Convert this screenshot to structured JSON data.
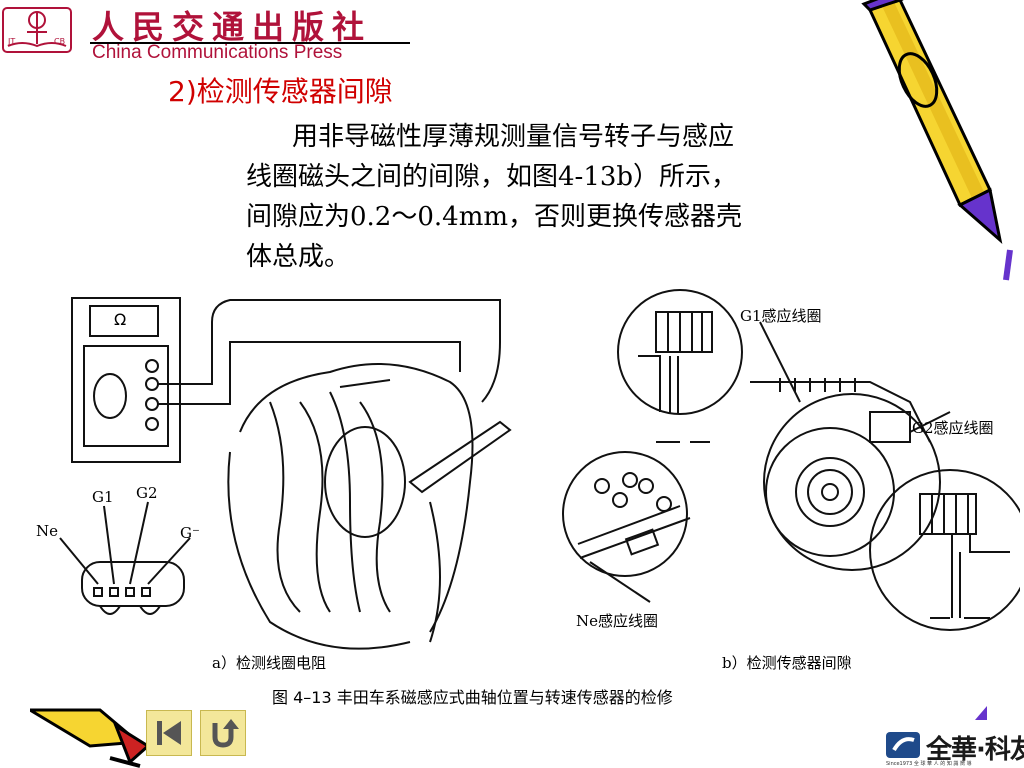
{
  "header": {
    "publisher_cn": "人民交通出版社",
    "publisher_en": "China Communications Press",
    "emblem_left": "JT",
    "emblem_right": "CB"
  },
  "section_title": "2)检测传感器间隙",
  "body_lines": [
    "用非导磁性厚薄规测量信号转子与感应",
    "线圈磁头之间的间隙，如图4-13b）所示，",
    "间隙应为0.2～0.4mm，否则更换传感器壳",
    "体总成。"
  ],
  "figure": {
    "meter_symbol": "Ω",
    "label_g1": "G1",
    "label_g2": "G2",
    "label_ne": "Ne",
    "label_gminus": "G⁻",
    "label_g1_coil": "G1感应线圈",
    "label_g2_coil": "G2感应线圈",
    "label_ne_coil": "Ne感应线圈",
    "caption_a": "a）检测线圈电阻",
    "caption_b": "b）检测传感器间隙",
    "caption_main": "图 4–13    丰田车系磁感应式曲轴位置与转速传感器的检修"
  },
  "nav": {
    "back_icon": "skip-back-icon",
    "return_icon": "u-turn-icon"
  },
  "brand": {
    "name": "全華·科友",
    "sub": "Since1973   全 球 華 人 的 知 識 嚮 導"
  },
  "colors": {
    "publisher_red": "#b0123a",
    "title_red": "#d00000",
    "pencil_yellow": "#f6d531",
    "pencil_purple": "#6633cc",
    "nav_fill": "#f3e79a"
  }
}
